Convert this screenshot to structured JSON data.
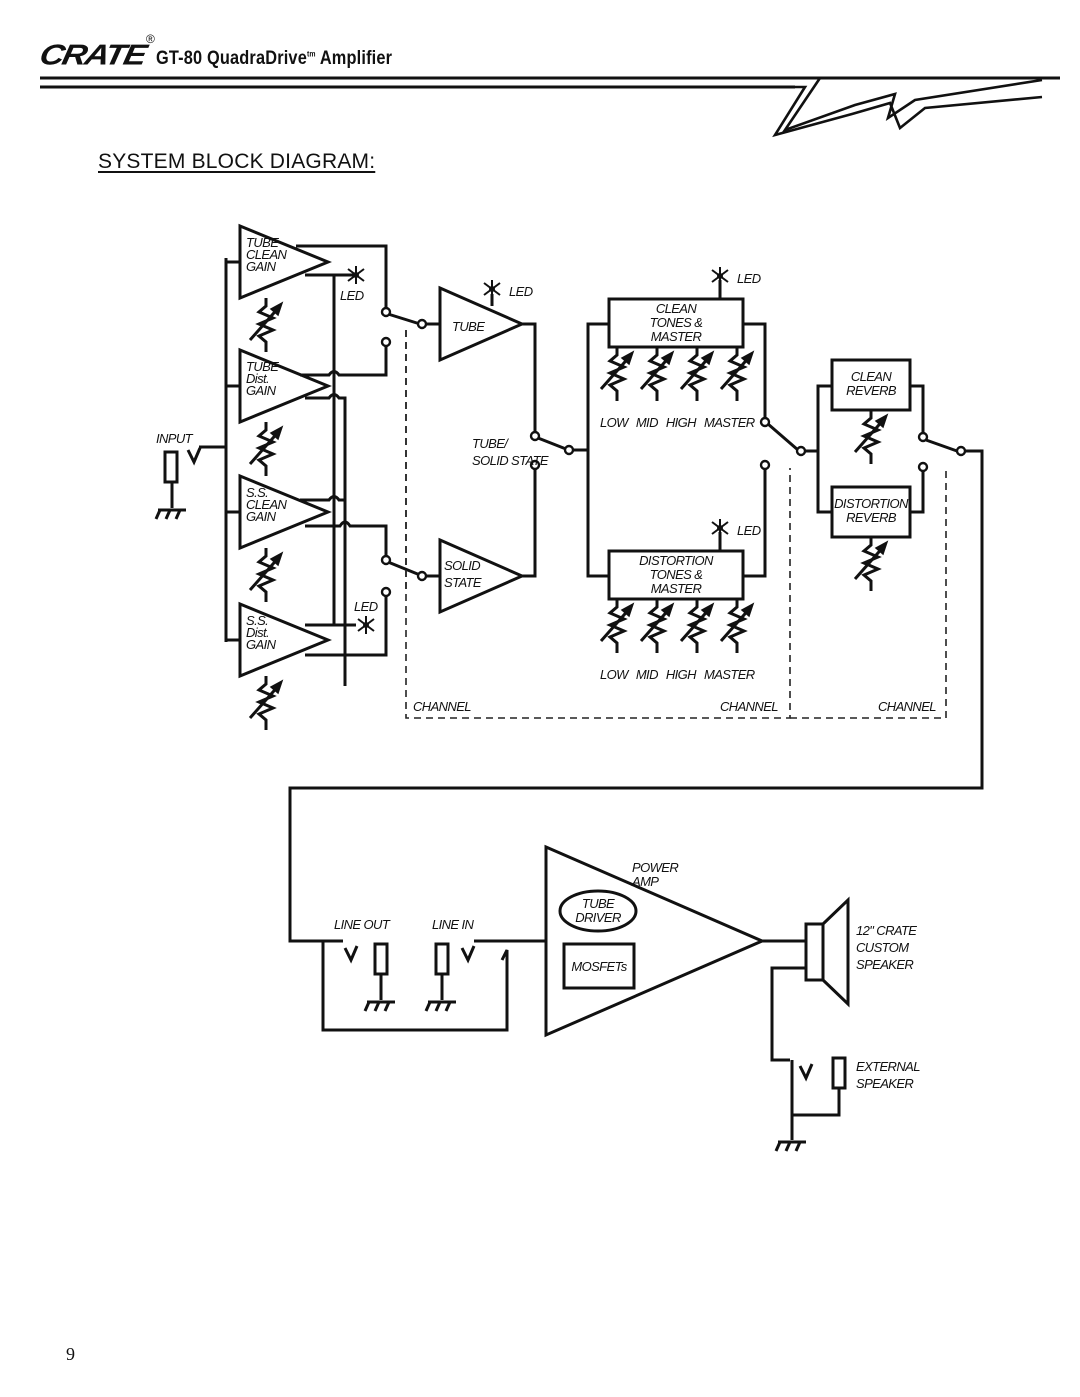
{
  "header": {
    "brand": "CRATE",
    "registered_mark": "®",
    "title_main": "GT-80 QuadraDrive",
    "title_tm": "tm",
    "title_suffix": " Amplifier"
  },
  "section_title": "SYSTEM BLOCK DIAGRAM:",
  "page_number": "9",
  "diagram": {
    "input": {
      "label": "INPUT"
    },
    "preamps": [
      {
        "id": "tube-clean-gain",
        "lines": [
          "TUBE",
          "CLEAN",
          "GAIN"
        ],
        "has_led": true
      },
      {
        "id": "tube-dist-gain",
        "lines": [
          "TUBE",
          "Dist.",
          "GAIN"
        ],
        "has_led": false
      },
      {
        "id": "ss-clean-gain",
        "lines": [
          "S.S.",
          "CLEAN",
          "GAIN"
        ],
        "has_led": false
      },
      {
        "id": "ss-dist-gain",
        "lines": [
          "S.S.",
          "Dist.",
          "GAIN"
        ],
        "has_led": true
      }
    ],
    "led_label": "LED",
    "stages": {
      "tube": {
        "lines": [
          "TUBE"
        ]
      },
      "solid_state": {
        "lines": [
          "SOLID",
          "STATE"
        ]
      },
      "tube_ss_switch": {
        "lines": [
          "TUBE/",
          "SOLID  STATE"
        ]
      }
    },
    "tone_blocks": [
      {
        "id": "clean-tones",
        "lines": [
          "CLEAN",
          "TONES &",
          "MASTER"
        ],
        "controls": [
          "LOW",
          "MID",
          "HIGH",
          "MASTER"
        ]
      },
      {
        "id": "distortion-tones",
        "lines": [
          "DISTORTION",
          "TONES &",
          "MASTER"
        ],
        "controls": [
          "LOW",
          "MID",
          "HIGH",
          "MASTER"
        ]
      }
    ],
    "reverbs": [
      {
        "id": "clean-reverb",
        "lines": [
          "CLEAN",
          "REVERB"
        ]
      },
      {
        "id": "distortion-reverb",
        "lines": [
          "DISTORTION",
          "REVERB"
        ]
      }
    ],
    "channel_labels": [
      "CHANNEL",
      "CHANNEL",
      "CHANNEL"
    ],
    "line_out": "LINE  OUT",
    "line_in": "LINE  IN",
    "power_amp": {
      "lines": [
        "POWER",
        "AMP"
      ],
      "tube_driver": [
        "TUBE",
        "DRIVER"
      ],
      "mosfets": "MOSFETs"
    },
    "speaker": {
      "lines": [
        "12\"  CRATE",
        "CUSTOM",
        "SPEAKER"
      ]
    },
    "external_speaker": {
      "lines": [
        "EXTERNAL",
        "SPEAKER"
      ]
    }
  }
}
